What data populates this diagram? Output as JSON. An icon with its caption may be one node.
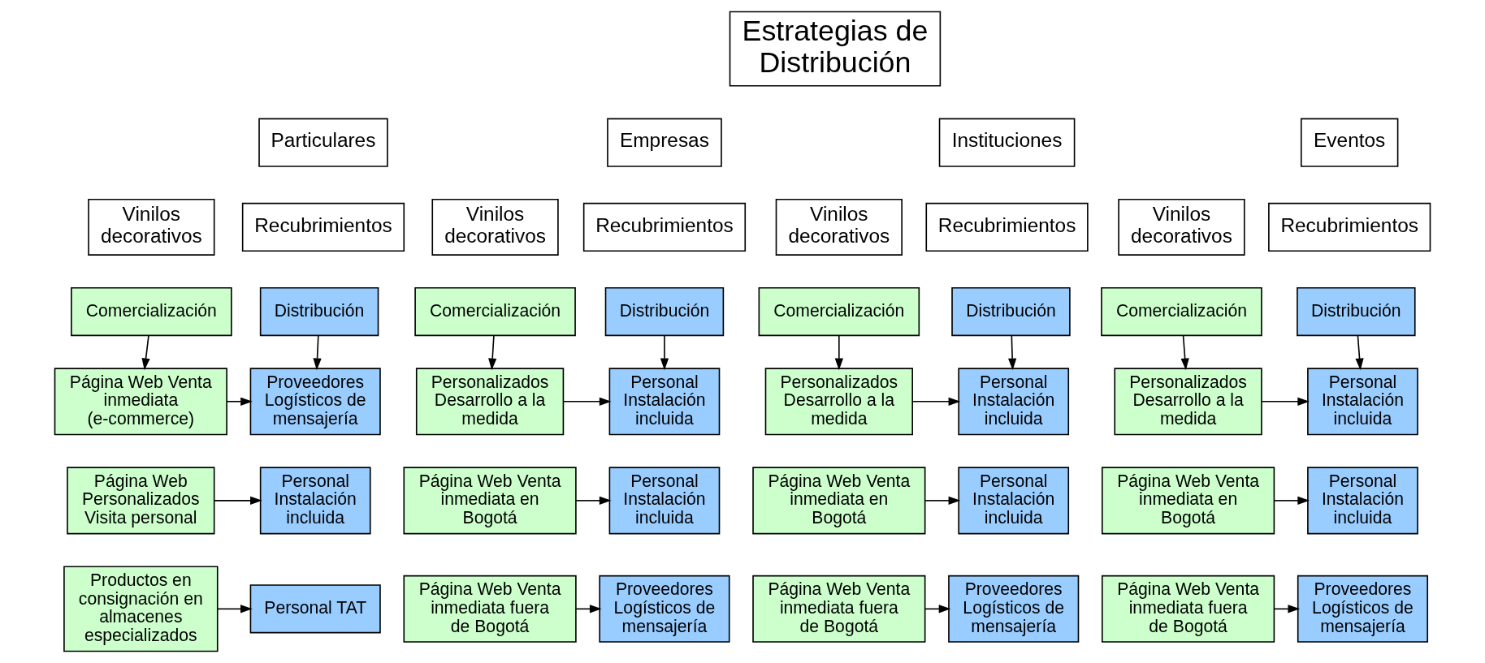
{
  "diagram": {
    "nodes": [
      {
        "text": [
          "Estrategias de Distribución"
        ]
      },
      {
        "text": [
          "Particulares"
        ]
      },
      {
        "text": [
          "Empresas"
        ]
      },
      {
        "text": [
          "Instituciones"
        ]
      },
      {
        "text": [
          "Eventos"
        ]
      },
      {
        "text": [
          "Vinilos decorativos"
        ]
      },
      {
        "text": [
          "Recubrimientos"
        ]
      },
      {
        "text": [
          "Comercialización"
        ]
      },
      {
        "text": [
          "Distribución"
        ]
      },
      {
        "text": [
          "Página Web Venta inmediata (e-commerce)"
        ]
      },
      {
        "text": [
          "Proveedores Logísticos de mensajería"
        ]
      },
      {
        "text": [
          "Página Web Personalizados Visita personal"
        ]
      },
      {
        "text": [
          "Personal Instalación incluida"
        ]
      },
      {
        "text": [
          "Productos en consignación en almacenes especializados"
        ]
      },
      {
        "text": [
          "Personal TAT"
        ]
      },
      {
        "text": [
          "Vinilos decorativos"
        ]
      },
      {
        "text": [
          "Recubrimientos"
        ]
      },
      {
        "text": [
          "Comercialización"
        ]
      },
      {
        "text": [
          "Distribución"
        ]
      },
      {
        "text": [
          "Personalizados Desarrollo a la medida"
        ]
      },
      {
        "text": [
          "Personal Instalación incluida"
        ]
      },
      {
        "text": [
          "Página Web Venta inmediata en Bogotá"
        ]
      },
      {
        "text": [
          "Personal Instalación incluida"
        ]
      },
      {
        "text": [
          "Página Web Venta inmediata fuera de Bogotá"
        ]
      },
      {
        "text": [
          "Proveedores Logísticos de mensajería"
        ]
      },
      {
        "text": [
          "Vinilos decorativos"
        ]
      },
      {
        "text": [
          "Recubrimientos"
        ]
      },
      {
        "text": [
          "Comercialización"
        ]
      },
      {
        "text": [
          "Distribución"
        ]
      },
      {
        "text": [
          "Personalizados Desarrollo a la medida"
        ]
      },
      {
        "text": [
          "Personal Instalación incluida"
        ]
      },
      {
        "text": [
          "Página Web Venta inmediata en Bogotá"
        ]
      },
      {
        "text": [
          "Personal Instalación incluida"
        ]
      },
      {
        "text": [
          "Página Web Venta inmediata fuera de Bogotá"
        ]
      },
      {
        "text": [
          "Proveedores Logísticos de mensajería"
        ]
      },
      {
        "text": [
          "Vinilos decorativos"
        ]
      },
      {
        "text": [
          "Recubrimientos"
        ]
      },
      {
        "text": [
          "Comercialización"
        ]
      },
      {
        "text": [
          "Distribución"
        ]
      },
      {
        "text": [
          "Personalizados Desarrollo a la medida"
        ]
      },
      {
        "text": [
          "Personal Instalación incluida"
        ]
      },
      {
        "text": [
          "Página Web Venta inmediata en Bogotá"
        ]
      },
      {
        "text": [
          "Personal Instalación incluida"
        ]
      },
      {
        "text": [
          "Página Web Venta inmediata fuera de Bogotá"
        ]
      },
      {
        "text": [
          "Proveedores Logísticos de mensajería"
        ]
      }
    ],
    "edges": [
      {
        "from": 7,
        "to": 9,
        "arrow": "to"
      },
      {
        "from": 8,
        "to": 10,
        "arrow": "to"
      },
      {
        "from": 9,
        "to": 10,
        "arrow": "to"
      },
      {
        "from": 11,
        "to": 12,
        "arrow": "to"
      },
      {
        "from": 13,
        "to": 14,
        "arrow": "to"
      },
      {
        "from": 17,
        "to": 19,
        "arrow": "to"
      },
      {
        "from": 18,
        "to": 20,
        "arrow": "to"
      },
      {
        "from": 19,
        "to": 20,
        "arrow": "to"
      },
      {
        "from": 21,
        "to": 22,
        "arrow": "to"
      },
      {
        "from": 23,
        "to": 24,
        "arrow": "to"
      },
      {
        "from": 27,
        "to": 29,
        "arrow": "to"
      },
      {
        "from": 28,
        "to": 30,
        "arrow": "to"
      },
      {
        "from": 29,
        "to": 30,
        "arrow": "to"
      },
      {
        "from": 31,
        "to": 32,
        "arrow": "to"
      },
      {
        "from": 33,
        "to": 34,
        "arrow": "to"
      },
      {
        "from": 37,
        "to": 39,
        "arrow": "to"
      },
      {
        "from": 38,
        "to": 40,
        "arrow": "to"
      },
      {
        "from": 39,
        "to": 40,
        "arrow": "to"
      },
      {
        "from": 41,
        "to": 42,
        "arrow": "to"
      },
      {
        "from": 43,
        "to": 44,
        "arrow": "to"
      }
    ]
  }
}
